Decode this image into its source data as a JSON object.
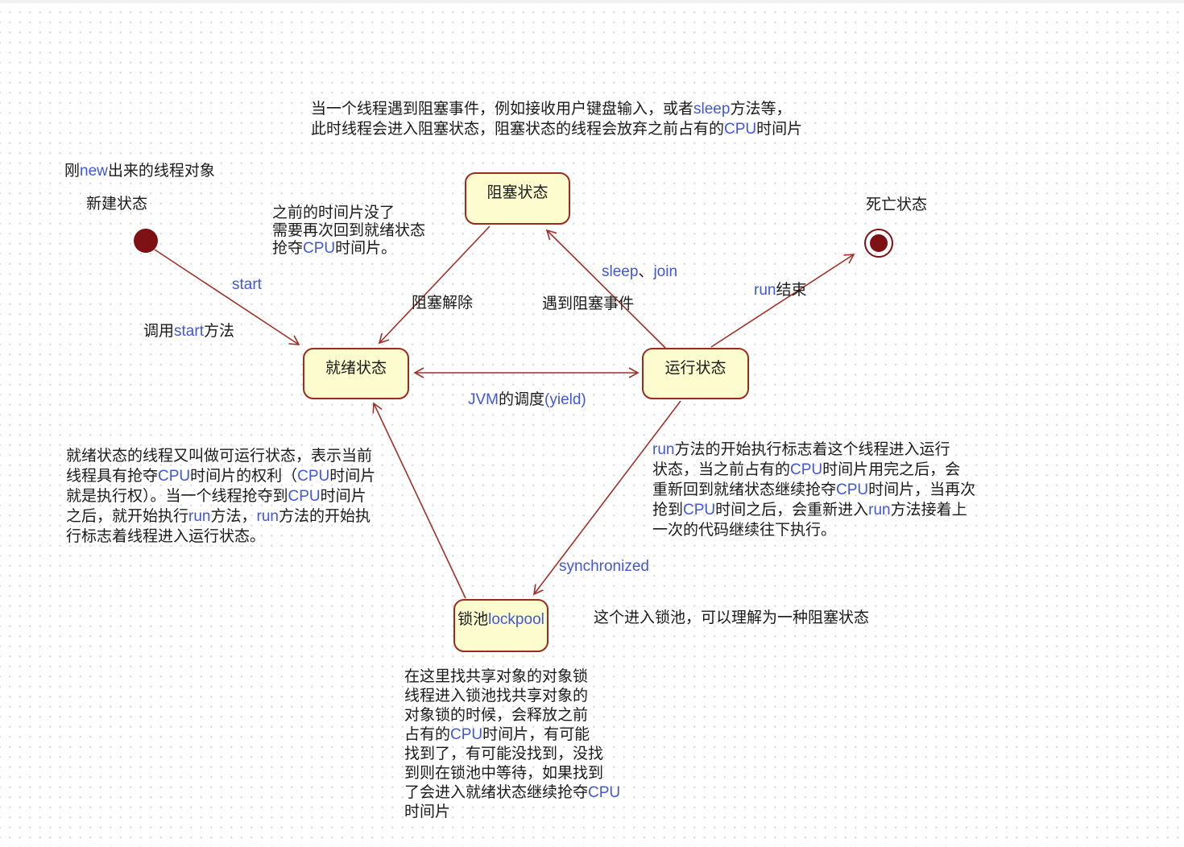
{
  "colors": {
    "node-fill": "#fcfcce",
    "node-border": "#9c2b1f",
    "edge": "#a03028",
    "terminal": "#7d1113",
    "en-text": "#4257d6",
    "text": "#1a1a1a",
    "grid-dot": "#dcdcdc"
  },
  "diagram": {
    "nodes": {
      "blocked": {
        "title": [
          {
            "t": "阻塞状态"
          }
        ]
      },
      "ready": {
        "title": [
          {
            "t": "就绪状态"
          }
        ]
      },
      "running": {
        "title": [
          {
            "t": "运行状态"
          }
        ]
      },
      "lockpool": {
        "title": [
          {
            "t": "锁池"
          },
          {
            "t": "lockpool",
            "en": true
          }
        ]
      }
    },
    "terminals": {
      "initial_label": [
        {
          "t": "新建状态"
        }
      ],
      "final_label": [
        {
          "t": "死亡状态"
        }
      ]
    },
    "edge_labels": {
      "start": [
        {
          "t": "start",
          "en": true
        }
      ],
      "call_start": [
        {
          "t": "调用"
        },
        {
          "t": "start",
          "en": true
        },
        {
          "t": "方法"
        }
      ],
      "unblock": [
        {
          "t": "阻塞解除"
        }
      ],
      "meet_block": [
        {
          "t": "遇到阻塞事件"
        }
      ],
      "sleep_join": [
        {
          "t": "sleep",
          "en": true
        },
        {
          "t": "、"
        },
        {
          "t": "join",
          "en": true
        }
      ],
      "run_end": [
        {
          "t": "run",
          "en": true
        },
        {
          "t": "结束"
        }
      ],
      "jvm_yield": [
        {
          "t": "JVM",
          "en": true
        },
        {
          "t": "的调度"
        },
        {
          "t": "(yield)",
          "en": true
        }
      ],
      "synchronized": [
        {
          "t": "synchronized",
          "en": true
        }
      ]
    },
    "annotations": {
      "blocked_note": {
        "lines": [
          [
            {
              "t": "当一个线程遇到阻塞事件，例如接收用户键盘输入，或者"
            },
            {
              "t": "sleep",
              "en": true
            },
            {
              "t": "方法等，"
            }
          ],
          [
            {
              "t": "此时线程会进入阻塞状态，阻塞状态的线程会放弃之前占有的"
            },
            {
              "t": "CPU",
              "en": true
            },
            {
              "t": "时间片"
            }
          ]
        ]
      },
      "new_object": {
        "lines": [
          [
            {
              "t": "刚"
            },
            {
              "t": "new",
              "en": true
            },
            {
              "t": "出来的线程对象"
            }
          ]
        ]
      },
      "timeslice_note": {
        "lines": [
          [
            {
              "t": "之前的时间片没了"
            }
          ],
          [
            {
              "t": "需要再次回到就绪状态"
            }
          ],
          [
            {
              "t": "抢夺"
            },
            {
              "t": "CPU",
              "en": true
            },
            {
              "t": "时间片。"
            }
          ]
        ]
      },
      "ready_note": {
        "lines": [
          [
            {
              "t": "就绪状态的线程又叫做可运行状态，表示当前"
            }
          ],
          [
            {
              "t": "线程具有抢夺"
            },
            {
              "t": "CPU",
              "en": true
            },
            {
              "t": "时间片的权利（"
            },
            {
              "t": "CPU",
              "en": true
            },
            {
              "t": "时间片"
            }
          ],
          [
            {
              "t": "就是执行权）。当一个线程抢夺到"
            },
            {
              "t": "CPU",
              "en": true
            },
            {
              "t": "时间片"
            }
          ],
          [
            {
              "t": "之后，就开始执行"
            },
            {
              "t": "run",
              "en": true
            },
            {
              "t": "方法，"
            },
            {
              "t": "run",
              "en": true
            },
            {
              "t": "方法的开始执"
            }
          ],
          [
            {
              "t": "行标志着线程进入运行状态。"
            }
          ]
        ]
      },
      "running_note": {
        "lines": [
          [
            {
              "t": "run",
              "en": true
            },
            {
              "t": "方法的开始执行标志着这个线程进入运行"
            }
          ],
          [
            {
              "t": "状态，当之前占有的"
            },
            {
              "t": "CPU",
              "en": true
            },
            {
              "t": "时间片用完之后，会"
            }
          ],
          [
            {
              "t": "重新回到就绪状态继续抢夺"
            },
            {
              "t": "CPU",
              "en": true
            },
            {
              "t": "时间片，当再次"
            }
          ],
          [
            {
              "t": "抢到"
            },
            {
              "t": "CPU",
              "en": true
            },
            {
              "t": "时间之后，会重新进入"
            },
            {
              "t": "run",
              "en": true
            },
            {
              "t": "方法接着上"
            }
          ],
          [
            {
              "t": "一次的代码继续往下执行。"
            }
          ]
        ]
      },
      "lockpool_inline_note": {
        "lines": [
          [
            {
              "t": "这个进入锁池，可以理解为一种阻塞状态"
            }
          ]
        ]
      },
      "lockpool_note": {
        "lines": [
          [
            {
              "t": "在这里找共享对象的对象锁"
            }
          ],
          [
            {
              "t": "线程进入锁池找共享对象的"
            }
          ],
          [
            {
              "t": "对象锁的时候，会释放之前"
            }
          ],
          [
            {
              "t": "占有的"
            },
            {
              "t": "CPU",
              "en": true
            },
            {
              "t": "时间片，有可能"
            }
          ],
          [
            {
              "t": "找到了，有可能没找到，没找"
            }
          ],
          [
            {
              "t": "到则在锁池中等待，如果找到"
            }
          ],
          [
            {
              "t": "了会进入就绪状态继续抢夺"
            },
            {
              "t": "CPU",
              "en": true
            }
          ],
          [
            {
              "t": "时间片"
            }
          ]
        ]
      }
    }
  }
}
